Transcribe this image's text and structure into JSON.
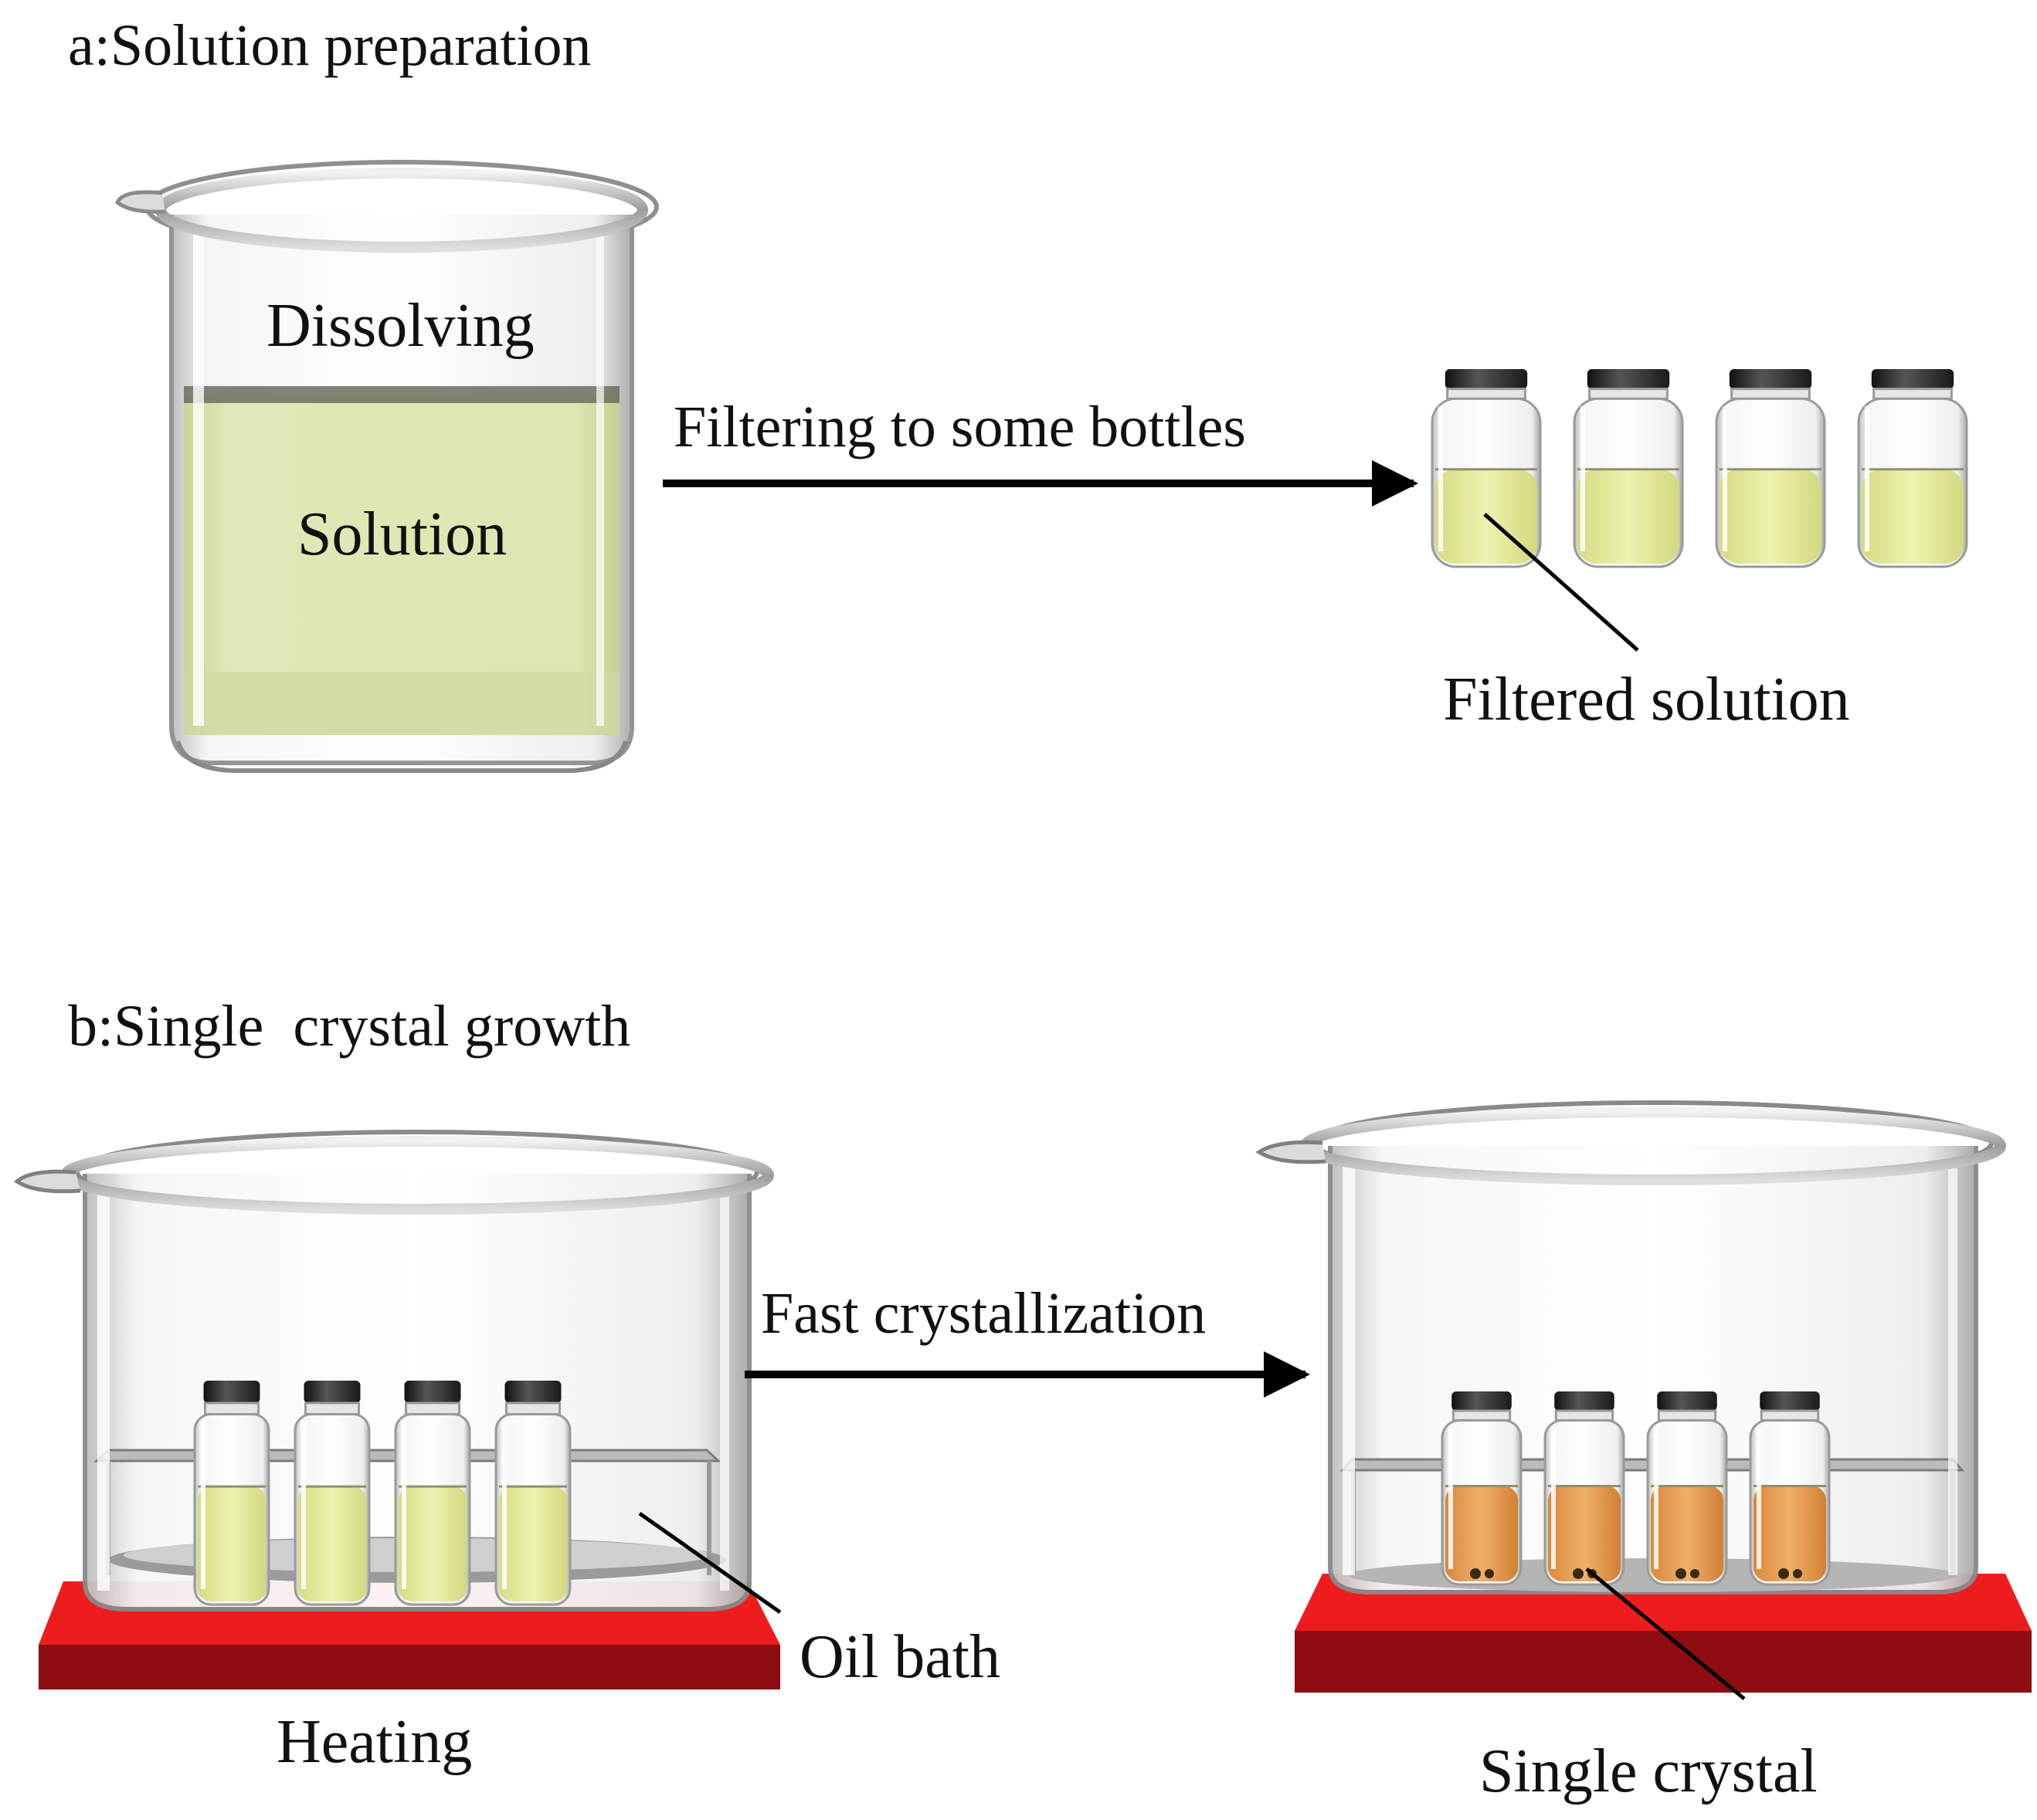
{
  "panel_a": {
    "title": "a:Solution preparation",
    "beaker_label_top": "Dissolving",
    "beaker_label_liquid": "Solution",
    "arrow_label": "Filtering to some bottles",
    "bottles_count": 4,
    "callout": "Filtered solution"
  },
  "panel_b": {
    "title": "b:Single  crystal growth",
    "arrow_label": "Fast crystallization",
    "left_setup": {
      "callout": "Oil bath",
      "base_label": "Heating",
      "bottles_count": 4
    },
    "right_setup": {
      "callout": "Single crystal",
      "bottles_count": 4
    }
  },
  "colors": {
    "solution_light": "#dfe8b6",
    "solution_yellow": "#e3e99a",
    "crystal_solution": "#e8a45a",
    "heater_red": "#ee1c1c",
    "heater_dark": "#8e0d10",
    "cap_dark": "#2b2b2b",
    "glass_edge": "#9a9a9a"
  }
}
